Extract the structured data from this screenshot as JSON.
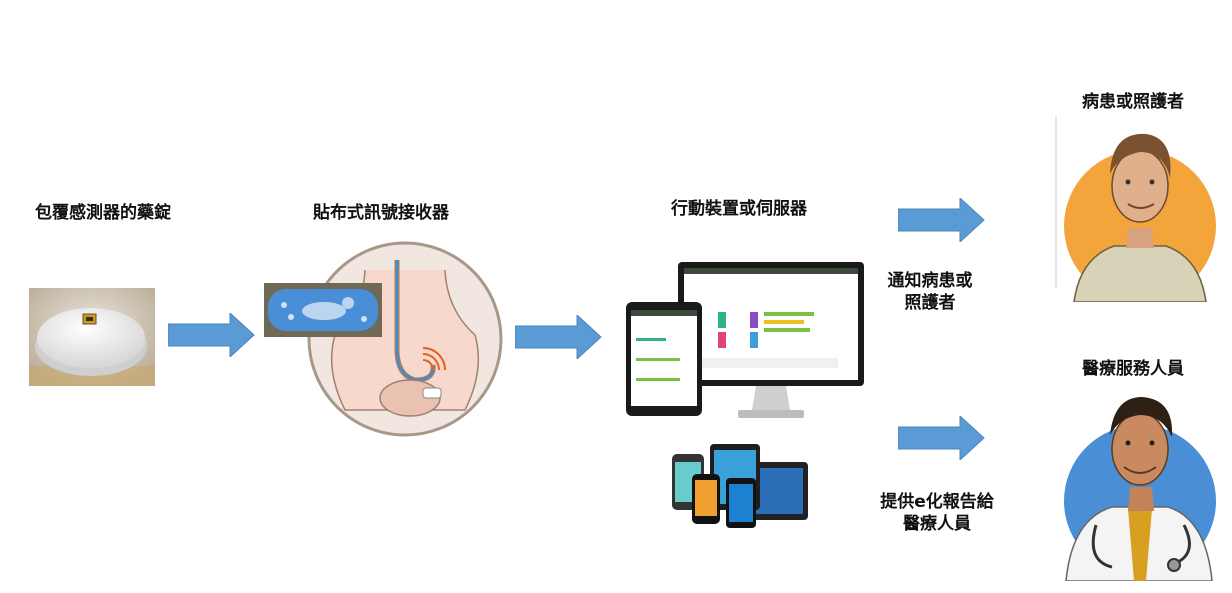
{
  "stages": {
    "pill": "包覆感測器的藥錠",
    "patch": "貼布式訊號接收器",
    "device": "行動裝置或伺服器",
    "patient": "病患或照護者",
    "medical": "醫療服務人員"
  },
  "arrows": {
    "notify_line1": "通知病患或",
    "notify_line2": "照護者",
    "report_line1": "提供e化報告給",
    "report_line2": "醫療人員"
  },
  "colors": {
    "arrow": "#5b9bd5",
    "patch": "#4a8ed8",
    "patient_bg": "#f3a43a",
    "medical_bg": "#4a8fd6"
  }
}
